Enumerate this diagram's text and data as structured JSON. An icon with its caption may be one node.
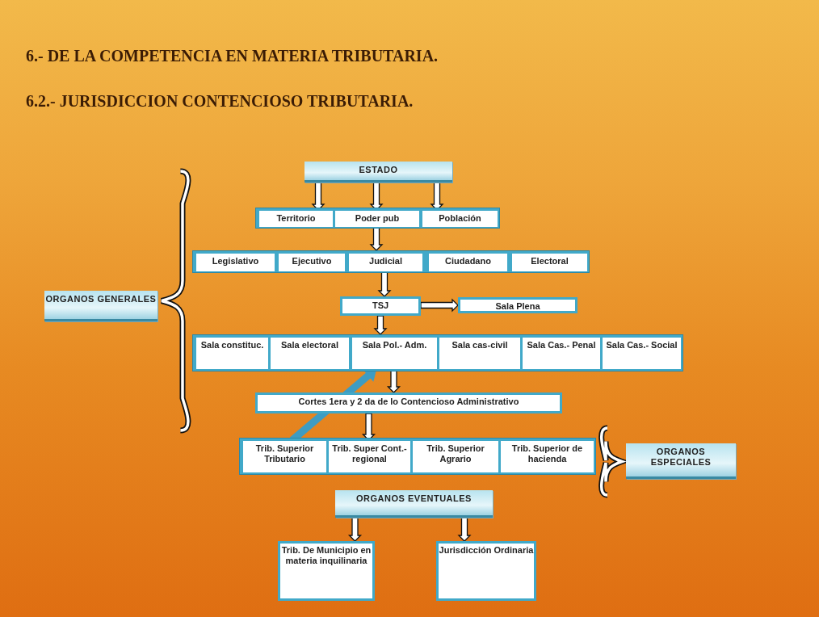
{
  "diagram": {
    "title": "6.- DE LA COMPETENCIA EN MATERIA TRIBUTARIA.",
    "nodes": [
      {
        "text": [
          "ESTADO"
        ]
      },
      {
        "text": [],
        "shape": "box"
      },
      {
        "text": [
          "Territorio"
        ],
        "in": 1
      },
      {
        "text": [
          "Poder pub"
        ],
        "in": 1
      },
      {
        "text": [
          "Población"
        ],
        "in": 1
      },
      {
        "text": [],
        "shape": "box"
      },
      {
        "text": [
          "Legislativo"
        ],
        "in": 5
      },
      {
        "text": [
          "Ejecutivo"
        ],
        "in": 5
      },
      {
        "text": [
          "Judicial"
        ],
        "in": 5
      },
      {
        "text": [
          "Ciudadano"
        ],
        "in": 5
      },
      {
        "text": [
          "Electoral"
        ],
        "in": 5
      },
      {
        "text": [
          "ORGANOS GENERALES"
        ]
      },
      {
        "text": [
          "TSJ"
        ]
      },
      {
        "text": [
          "Sala Plena"
        ]
      },
      {
        "text": [],
        "shape": "box"
      },
      {
        "text": [
          "Sala constituc."
        ],
        "in": 14
      },
      {
        "text": [
          "Sala electoral"
        ],
        "in": 14
      },
      {
        "text": [
          "Sala Pol.- Adm."
        ],
        "in": 14
      },
      {
        "text": [
          "Sala cas-civil"
        ],
        "in": 14
      },
      {
        "text": [
          "Sala Cas.- Penal"
        ],
        "in": 14
      },
      {
        "text": [
          "Sala Cas.- Social"
        ],
        "in": 14
      },
      {
        "text": [
          "Cortes 1era y 2 da de lo Contencioso Administrativo"
        ]
      },
      {
        "text": [],
        "shape": "box"
      },
      {
        "text": [
          "Trib. Superior Tributario"
        ],
        "in": 22
      },
      {
        "text": [
          "Trib. Super Cont.-regional"
        ],
        "in": 22
      },
      {
        "text": [
          "Trib. Superior Agrario"
        ],
        "in": 22
      },
      {
        "text": [
          "Trib. Superior de hacienda"
        ],
        "in": 22
      },
      {
        "text": [
          "ORGANOS ESPECIALES"
        ]
      },
      {
        "text": [
          "ORGANOS EVENTUALES"
        ]
      },
      {
        "text": [
          "Trib. De Municipio en materia inquilinaria"
        ]
      },
      {
        "text": [
          "Jurisdicción Ordinaria"
        ]
      }
    ],
    "edges": [
      {
        "from": 0,
        "to": 2,
        "arrow": "to"
      },
      {
        "from": 0,
        "to": 3,
        "arrow": "to"
      },
      {
        "from": 0,
        "to": 4,
        "arrow": "to"
      },
      {
        "from": 3,
        "to": 5,
        "arrow": "to"
      },
      {
        "from": 8,
        "to": 12,
        "arrow": "to"
      },
      {
        "from": 12,
        "to": 13,
        "arrow": "to"
      },
      {
        "from": 12,
        "to": 14,
        "arrow": "to"
      },
      {
        "from": 17,
        "to": 21,
        "arrow": "to"
      },
      {
        "from": 21,
        "to": 24,
        "arrow": "to"
      },
      {
        "from": 23,
        "to": 17,
        "arrow": "to",
        "style": "thick",
        "color": "#3e9cc2"
      },
      {
        "from": 28,
        "to": 29,
        "arrow": "to"
      },
      {
        "from": 28,
        "to": 30,
        "arrow": "to"
      }
    ],
    "labels": [
      "6.2.- JURISDICCION CONTENCIOSO TRIBUTARIA."
    ]
  }
}
